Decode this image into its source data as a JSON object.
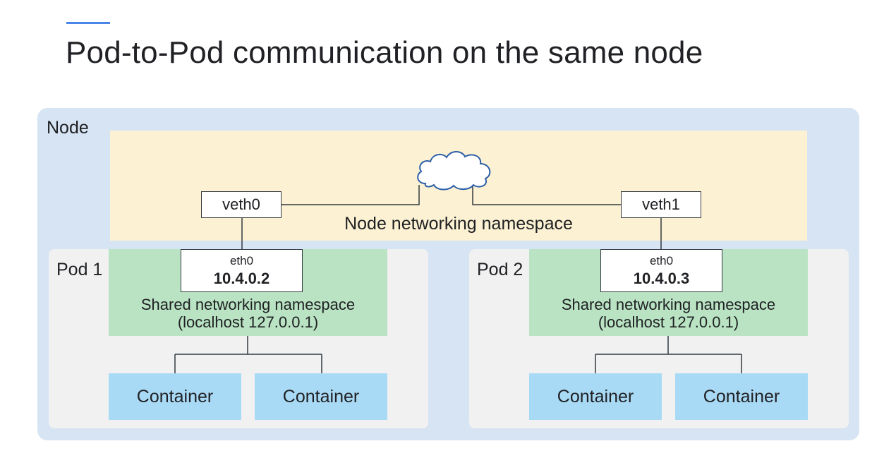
{
  "title": "Pod-to-Pod communication on the same node",
  "node": {
    "label": "Node",
    "namespace_label": "Node networking namespace",
    "veths": [
      "veth0",
      "veth1"
    ]
  },
  "pods": [
    {
      "label": "Pod 1",
      "eth_name": "eth0",
      "ip": "10.4.0.2",
      "namespace_line1": "Shared networking namespace",
      "namespace_line2": "(localhost 127.0.0.1)",
      "containers": [
        "Container",
        "Container"
      ]
    },
    {
      "label": "Pod 2",
      "eth_name": "eth0",
      "ip": "10.4.0.3",
      "namespace_line1": "Shared networking namespace",
      "namespace_line2": "(localhost 127.0.0.1)",
      "containers": [
        "Container",
        "Container"
      ]
    }
  ],
  "colors": {
    "accent": "#4a86e8",
    "node_bg": "#d6e4f3",
    "node_namespace_bg": "#fcf1d3",
    "pod_bg": "#f1f1f1",
    "shared_namespace_bg": "#b9e3c3",
    "container_bg": "#a9daf5",
    "line": "#333a40"
  },
  "icons": {
    "network": "cloud-icon"
  }
}
